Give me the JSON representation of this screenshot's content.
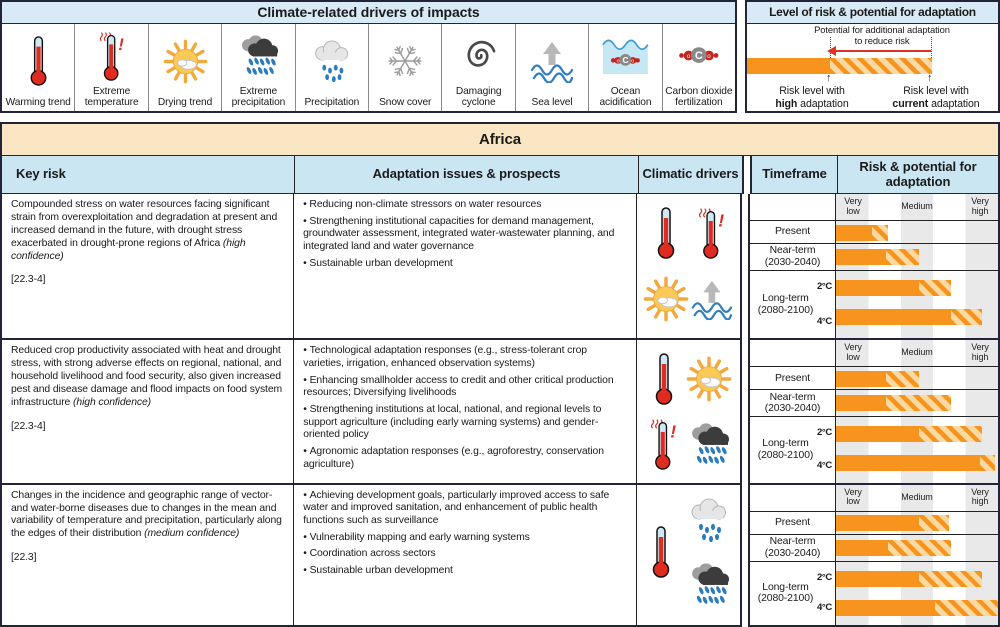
{
  "drivers_panel": {
    "title": "Climate-related drivers of impacts",
    "items": [
      {
        "icon": "warming-trend-icon",
        "label": "Warming trend"
      },
      {
        "icon": "extreme-temperature-icon",
        "label": "Extreme temperature"
      },
      {
        "icon": "drying-trend-icon",
        "label": "Drying trend"
      },
      {
        "icon": "extreme-precipitation-icon",
        "label": "Extreme precipitation"
      },
      {
        "icon": "precipitation-icon",
        "label": "Precipitation"
      },
      {
        "icon": "snow-cover-icon",
        "label": "Snow cover"
      },
      {
        "icon": "damaging-cyclone-icon",
        "label": "Damaging cyclone"
      },
      {
        "icon": "sea-level-icon",
        "label": "Sea level"
      },
      {
        "icon": "ocean-acidification-icon",
        "label": "Ocean acidification"
      },
      {
        "icon": "carbon-dioxide-fertilization-icon",
        "label": "Carbon dioxide fertilization"
      }
    ]
  },
  "legend_panel": {
    "title": "Level of risk & potential for adaptation",
    "note_line1": "Potential for additional adaptation",
    "note_line2": "to reduce risk",
    "left_label": {
      "pre": "Risk level with",
      "bold": "high",
      "post": " adaptation"
    },
    "right_label": {
      "pre": "Risk level with",
      "bold": "current",
      "post": " adaptation"
    }
  },
  "region_title": "Africa",
  "table": {
    "headers": {
      "key_risk": "Key risk",
      "adaptation": "Adaptation issues & prospects",
      "drivers": "Climatic drivers",
      "timeframe": "Timeframe",
      "risk": "Risk & potential for adaptation"
    },
    "scale_labels": {
      "low": "Very low",
      "mid": "Medium",
      "high": "Very high"
    },
    "timeframe_labels": {
      "present": "Present",
      "near1": "Near-term",
      "near2": "(2030-2040)",
      "long1": "Long-term",
      "long2": "(2080-2100)",
      "deg2": "2°C",
      "deg4": "4°C"
    },
    "rows": [
      {
        "key_risk": "Compounded stress on water resources facing significant strain from overexploitation and degradation at present and increased demand in the future, with drought stress exacerbated in drought-prone regions of Africa",
        "confidence": "(high confidence)",
        "reference": "[22.3-4]",
        "bullets": [
          "Reducing non-climate stressors on water resources",
          "Strengthening institutional capacities for demand management, groundwater assessment, integrated water-wastewater planning, and integrated land and water governance",
          "Sustainable urban development"
        ],
        "driver_layout": "2x2",
        "drivers": [
          "warming-trend-icon",
          "extreme-temperature-icon",
          "drying-trend-icon",
          "sea-level-icon"
        ],
        "bars": {
          "present": {
            "solid_pct": 22,
            "total_pct": 32
          },
          "near_term": {
            "solid_pct": 31,
            "total_pct": 51
          },
          "long_term_2c": {
            "solid_pct": 51,
            "total_pct": 71
          },
          "long_term_4c": {
            "solid_pct": 71,
            "total_pct": 90
          }
        }
      },
      {
        "key_risk": "Reduced crop productivity associated with heat and drought stress, with strong adverse effects on regional, national, and household livelihood and food security, also given increased pest and disease damage and flood impacts on food system infrastructure",
        "confidence": "(high confidence)",
        "reference": "[22.3-4]",
        "bullets": [
          "Technological adaptation responses (e.g., stress-tolerant crop varieties, irrigation, enhanced observation systems)",
          "Enhancing smallholder access to credit and other critical production resources; Diversifying livelihoods",
          "Strengthening institutions at local, national, and regional levels to support agriculture (including early warning systems) and gender-oriented policy",
          "Agronomic adaptation responses (e.g., agroforestry, conservation agriculture)"
        ],
        "driver_layout": "2x2",
        "drivers": [
          "warming-trend-icon",
          "drying-trend-icon",
          "extreme-temperature-icon",
          "extreme-precipitation-icon"
        ],
        "bars": {
          "present": {
            "solid_pct": 31,
            "total_pct": 51
          },
          "near_term": {
            "solid_pct": 31,
            "total_pct": 71
          },
          "long_term_2c": {
            "solid_pct": 51,
            "total_pct": 90
          },
          "long_term_4c": {
            "solid_pct": 89,
            "total_pct": 98
          }
        }
      },
      {
        "key_risk": "Changes in the incidence and geographic range of vector- and water-borne diseases due to changes in the mean and variability of temperature and precipitation, particularly along the edges of their distribution",
        "confidence": "(medium confidence)",
        "reference": "[22.3]",
        "bullets": [
          "Achieving development goals, particularly improved access to safe water and improved sanitation, and enhancement of public health functions such as surveillance",
          "Vulnerability mapping and early warning systems",
          "Coordination across sectors",
          "Sustainable urban development"
        ],
        "driver_layout": "1-2",
        "drivers": [
          "warming-trend-icon",
          "precipitation-icon",
          "extreme-precipitation-icon"
        ],
        "bars": {
          "present": {
            "solid_pct": 51,
            "total_pct": 70
          },
          "near_term": {
            "solid_pct": 32,
            "total_pct": 71
          },
          "long_term_2c": {
            "solid_pct": 51,
            "total_pct": 90
          },
          "long_term_4c": {
            "solid_pct": 61,
            "total_pct": 100
          }
        }
      }
    ]
  },
  "colors": {
    "risk_orange": "#F7941E",
    "hatch_light": "#FBD9A2",
    "header_blue": "#D8EAF5",
    "table_header_blue": "#CBE6F3",
    "region_tan": "#FBE6C3",
    "scale_band_gray": "#E9E9E9",
    "arrow_red": "#D93425",
    "border_dark": "#23233A"
  }
}
